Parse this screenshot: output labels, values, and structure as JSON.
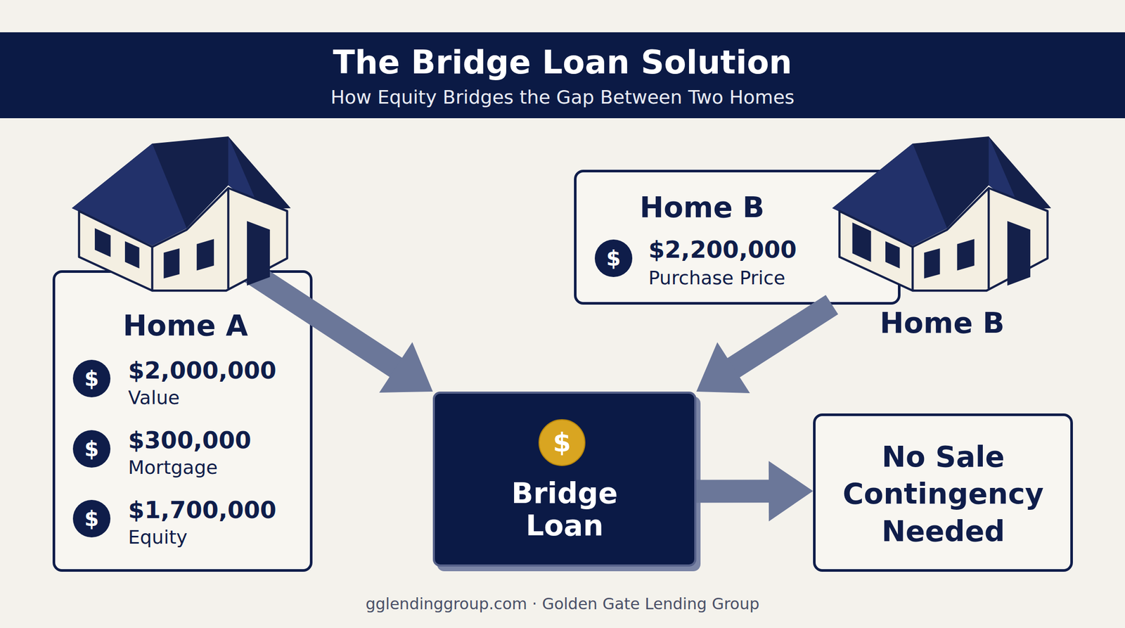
{
  "diagram": {
    "title": "The Bridge Loan Solution",
    "caption": "gglendinggroup.com · Golden Gate Lending Group",
    "nodes": [
      {
        "text": [
          "Home A",
          "$2,000,000",
          "Value",
          "$300,000",
          "Mortgage",
          "$1,700,000",
          "Equity"
        ]
      },
      {
        "text": [
          "$"
        ],
        "in": 0
      },
      {
        "text": [
          "$"
        ],
        "in": 0
      },
      {
        "text": [
          "$"
        ],
        "in": 0
      },
      {
        "text": [
          "Home B",
          "$2,200,000",
          "Purchase Price"
        ]
      },
      {
        "text": [
          "$"
        ],
        "in": 4
      },
      {
        "text": [
          "Bridge Loan"
        ]
      },
      {
        "text": [
          "$"
        ],
        "in": 6
      },
      {
        "text": [
          "No Sale Contingency Needed"
        ]
      }
    ],
    "edges": [
      {
        "from": 0,
        "to": 6,
        "arrow": "to"
      },
      {
        "from": 4,
        "to": 6,
        "arrow": "to"
      },
      {
        "from": 6,
        "to": 8,
        "arrow": "to"
      }
    ],
    "labels": [
      "How Equity Bridges the Gap Between Two Homes",
      "Home B"
    ]
  }
}
